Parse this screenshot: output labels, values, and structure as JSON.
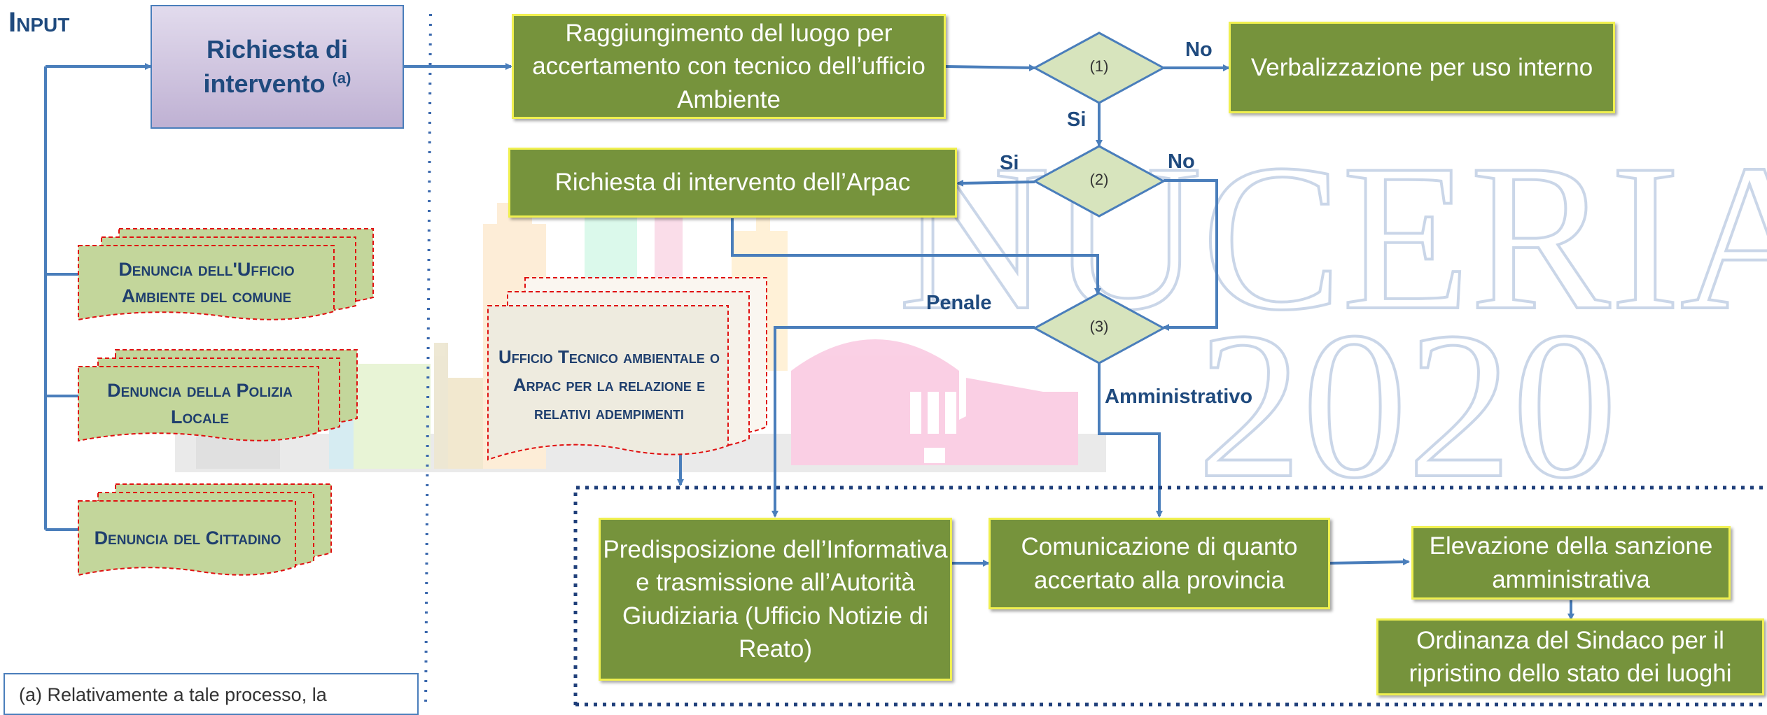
{
  "header": {
    "input_label": "Input"
  },
  "watermark": {
    "line1": "NUCERIA",
    "line2": "2020"
  },
  "request_box": {
    "label": "Richiesta di intervento",
    "superscript": "(a)"
  },
  "input_documents": [
    {
      "label": "Denuncia dell'Ufficio Ambiente del comune"
    },
    {
      "label": "Denuncia della Polizia Locale"
    },
    {
      "label": "Denuncia del Cittadino"
    }
  ],
  "process_boxes": {
    "site_visit": "Raggiungimento del luogo per accertamento con tecnico dell’ufficio Ambiente",
    "internal_report": "Verbalizzazione per uso interno",
    "arpac_request": "Richiesta di intervento dell’Arpac",
    "judicial_report": "Predisposizione dell’Informativa e trasmissione all’Autorità Giudiziaria (Ufficio Notizie di Reato)",
    "province_communication": "Comunicazione di quanto accertato alla provincia",
    "sanction": "Elevazione della sanzione amministrativa",
    "mayor_order": "Ordinanza del Sindaco per il ripristino dello stato dei luoghi"
  },
  "technical_office_doc": {
    "label": "Ufficio Tecnico ambientale  o Arpac per la relazione e relativi adempimenti"
  },
  "decisions": [
    {
      "label": "(1)"
    },
    {
      "label": "(2)"
    },
    {
      "label": "(3)"
    }
  ],
  "edge_labels": {
    "d1_no": "No",
    "d1_si": "Si",
    "d2_si": "Si",
    "d2_no": "No",
    "d3_penale": "Penale",
    "d3_amministrativo": "Amministrativo"
  },
  "footnote": {
    "text": "(a) Relativamente a tale processo, la"
  },
  "colors": {
    "green_box": "#76933c",
    "green_border": "#f0f050",
    "doc_fill": "#c3d69b",
    "doc_border": "#e01010",
    "arrow": "#4a7ebb",
    "label_text": "#1f4a7e",
    "request_fill": "#ccc0da"
  }
}
